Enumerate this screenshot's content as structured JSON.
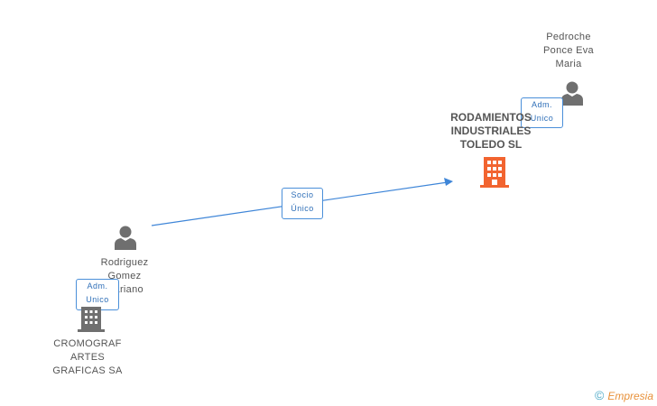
{
  "nodes": {
    "person_top": {
      "label_lines": [
        "Pedroche",
        "Ponce Eva",
        "Maria"
      ]
    },
    "company_main": {
      "label_lines": [
        "RODAMIENTOS",
        "INDUSTRIALES",
        "TOLEDO SL"
      ]
    },
    "person_left": {
      "label_lines": [
        "Rodriguez",
        "Gomez",
        "Mariano"
      ]
    },
    "company_bottom": {
      "label_lines": [
        "CROMOGRAF",
        "ARTES",
        "GRAFICAS SA"
      ]
    }
  },
  "badges": {
    "adm_top": [
      "Adm.",
      "Unico"
    ],
    "socio": [
      "Socio",
      "Único"
    ],
    "adm_left": [
      "Adm.",
      "Unico"
    ]
  },
  "colors": {
    "person_icon": "#6f6f6f",
    "company_main_icon": "#f26430",
    "company_bottom_icon": "#6f6f6f",
    "edge": "#3f86d8",
    "badge_border": "#4a8fd9"
  },
  "footer": {
    "copyright_symbol": "©",
    "brand": "Empresia"
  }
}
